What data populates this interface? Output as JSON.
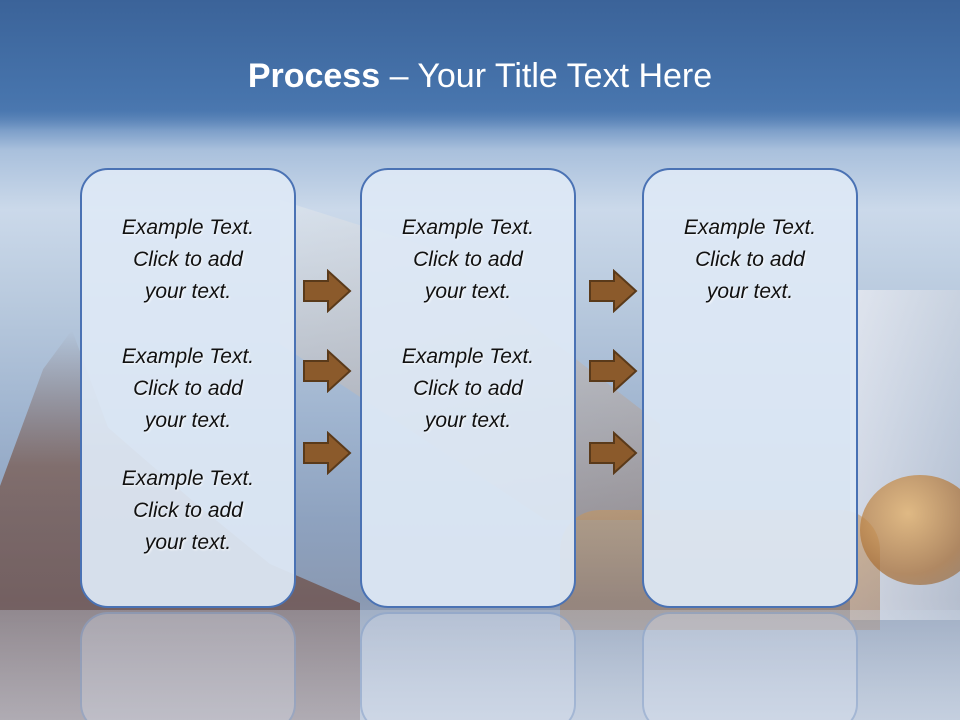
{
  "title": {
    "bold": "Process",
    "rest": "– Your Title Text Here"
  },
  "columns": [
    {
      "items": [
        [
          "Example Text.",
          "Click  to add",
          "your text."
        ],
        [
          "Example Text.",
          "Click  to add",
          "your text."
        ],
        [
          "Example Text.",
          "Click  to add",
          "your text."
        ]
      ]
    },
    {
      "items": [
        [
          "Example Text.",
          "Click  to add",
          "your text."
        ],
        [
          "Example Text.",
          "Click  to add",
          "your text."
        ]
      ]
    },
    {
      "items": [
        [
          "Example Text.",
          "Click  to add",
          "your text."
        ]
      ]
    }
  ],
  "colors": {
    "header": "#4673ab",
    "box_border": "#4a72b4",
    "box_fill": "#dee8f5",
    "arrow_fill": "#8b5a2b",
    "arrow_stroke": "#5a3a1a"
  },
  "icons": [
    "right-arrow-icon"
  ]
}
